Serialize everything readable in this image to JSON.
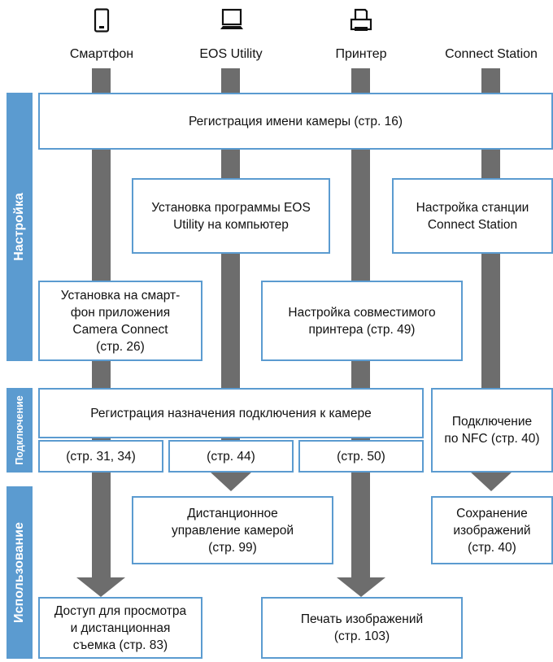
{
  "columns": [
    {
      "icon": "smartphone-icon",
      "label": "Смартфон"
    },
    {
      "icon": "laptop-icon",
      "label": "EOS Utility"
    },
    {
      "icon": "printer-icon",
      "label": "Принтер"
    },
    {
      "icon": "connect-station-icon",
      "label": "Connect Station"
    }
  ],
  "sections": {
    "setup": "Настройка",
    "connection": "Подключение",
    "usage": "Использование"
  },
  "boxes": {
    "register_camera_name": "Регистрация имени камеры (стр. 16)",
    "install_eos_utility": "Установка программы EOS\nUtility на компьютер",
    "setup_connect_station": "Настройка станции\nConnect Station",
    "install_camera_connect": "Установка на смарт-\nфон приложения\nCamera Connect\n(стр. 26)",
    "setup_printer": "Настройка совместимого\nпринтера (стр. 49)",
    "register_connection": "Регистрация назначения подключения к камере",
    "ref_smartphone": "(стр. 31, 34)",
    "ref_eos_utility": "(стр. 44)",
    "ref_printer": "(стр. 50)",
    "nfc_connection": "Подключение\nпо NFC (стр. 40)",
    "remote_control": "Дистанционное\nуправление камерой\n(стр. 99)",
    "save_images": "Сохранение\nизображений\n(стр. 40)",
    "view_and_shoot": "Доступ для просмотра\nи дистанционная\nсъемка (стр. 83)",
    "print_images": "Печать изображений\n(стр. 103)"
  },
  "colors": {
    "accent": "#5b9bd0",
    "flow": "#6d6d6d"
  }
}
